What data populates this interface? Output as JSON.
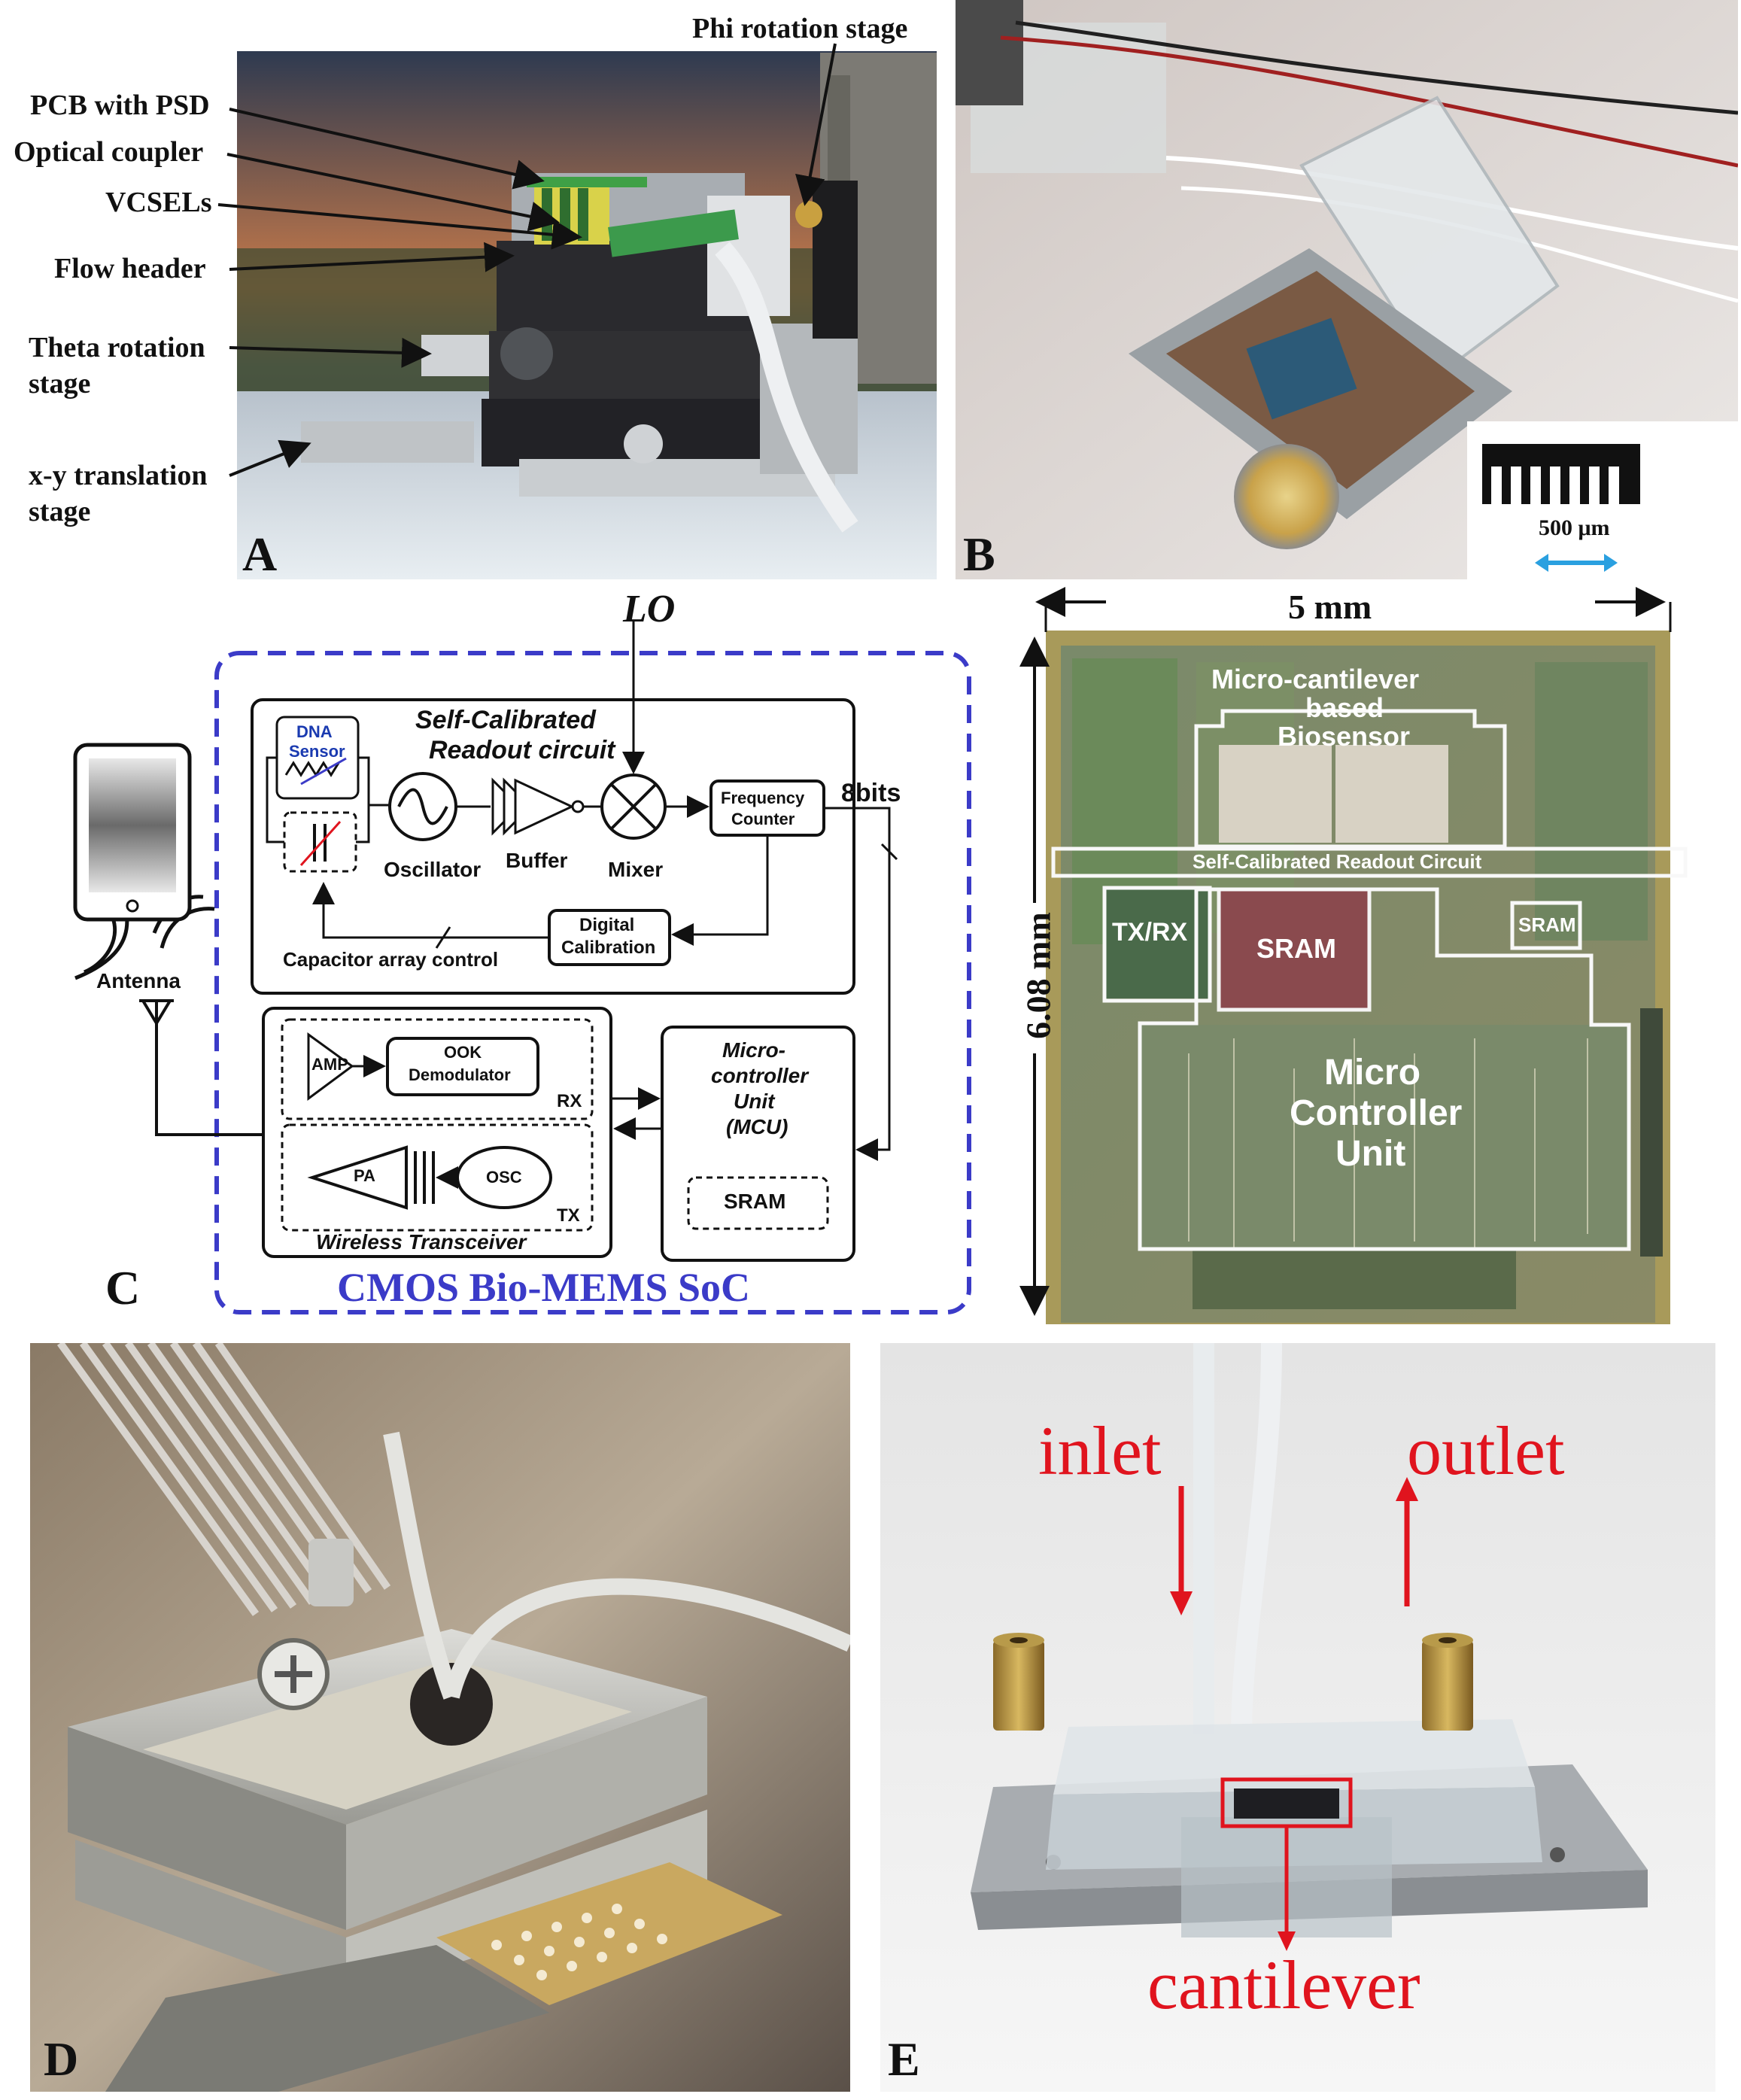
{
  "panels": {
    "a": {
      "letter": "A",
      "labels": {
        "pcb": "PCB with PSD",
        "optical": "Optical coupler",
        "vcsel": "VCSELs",
        "flow": "Flow header",
        "theta1": "Theta rotation",
        "theta2": "stage",
        "xy1": "x-y translation",
        "xy2": "stage",
        "phi": "Phi rotation stage"
      }
    },
    "b": {
      "letter": "B",
      "scale_label": "500 μm"
    },
    "c": {
      "letter": "C",
      "lo": "LO",
      "bits": "8bits",
      "dna1": "DNA",
      "dna2": "Sensor",
      "readout1": "Self-Calibrated",
      "readout2": "Readout circuit",
      "oscillator": "Oscillator",
      "buffer": "Buffer",
      "mixer": "Mixer",
      "freq1": "Frequency",
      "freq2": "Counter",
      "digcal1": "Digital",
      "digcal2": "Calibration",
      "caparray": "Capacitor array control",
      "antenna": "Antenna",
      "amp": "AMP",
      "ook1": "OOK",
      "ook2": "Demodulator",
      "rx": "RX",
      "pa": "PA",
      "osc": "OSC",
      "tx": "TX",
      "transceiver": "Wireless Transceiver",
      "mcu1": "Micro-",
      "mcu2": "controller",
      "mcu3": "Unit",
      "mcu4": "(MCU)",
      "sram": "SRAM",
      "soc": "CMOS Bio-MEMS SoC"
    },
    "chip": {
      "width": "5 mm",
      "height": "6.08 mm",
      "cant1": "Micro-cantilever",
      "cant2": "based",
      "cant3": "Biosensor",
      "readout": "Self-Calibrated Readout Circuit",
      "txrx": "TX/RX",
      "sram_big": "SRAM",
      "sram_small": "SRAM",
      "mcu1": "Micro",
      "mcu2": "Controller",
      "mcu3": "Unit"
    },
    "d": {
      "letter": "D"
    },
    "e": {
      "letter": "E",
      "inlet": "inlet",
      "outlet": "outlet",
      "cantilever": "cantilever"
    }
  },
  "colors": {
    "soc_border": "#3b3bc8",
    "red_label": "#e0141e",
    "scale_arrow": "#2aa0e0"
  }
}
